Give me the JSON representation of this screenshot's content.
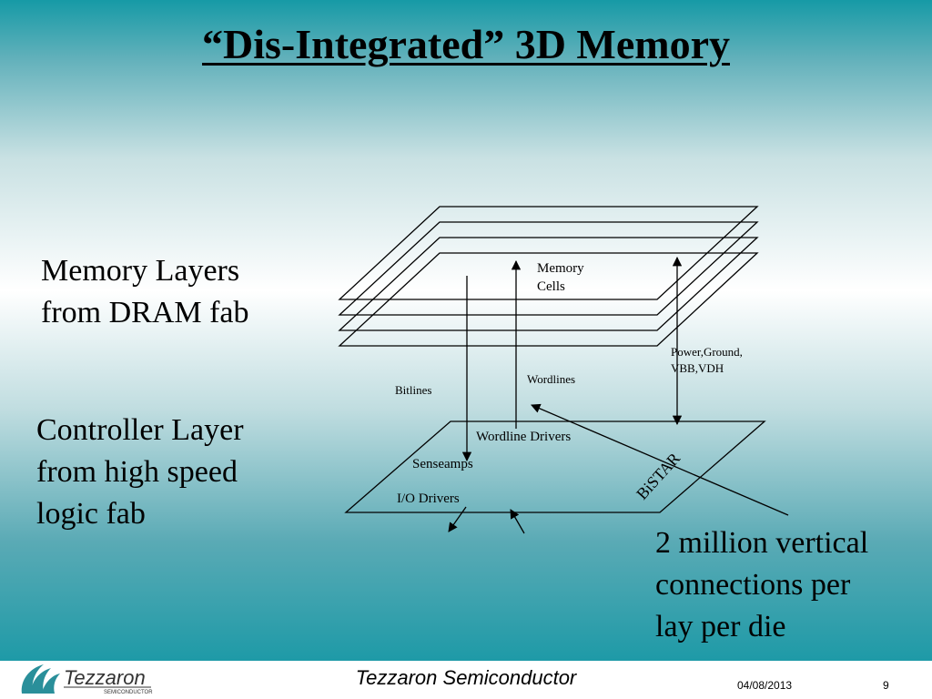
{
  "slide": {
    "title": "“Dis-Integrated” 3D Memory",
    "left_labels": {
      "memory_line1": "Memory Layers",
      "memory_line2": "from DRAM fab",
      "controller_line1": "Controller Layer",
      "controller_line2": "from high speed",
      "controller_line3": "logic fab"
    },
    "right_label": {
      "line1": "2 million vertical",
      "line2": "connections per",
      "line3": "lay per die"
    }
  },
  "diagram": {
    "memory_cells_1": "Memory",
    "memory_cells_2": "Cells",
    "power_1": "Power,Ground,",
    "power_2": "VBB,VDH",
    "wordlines": "Wordlines",
    "bitlines": "Bitlines",
    "wordline_drivers": "Wordline Drivers",
    "senseamps": "Senseamps",
    "io_drivers": "I/O Drivers",
    "bistar": "BiSTAR"
  },
  "footer": {
    "company": "Tezzaron Semiconductor",
    "date": "04/08/2013",
    "page": "9",
    "logo_text": "Tezzaron",
    "logo_sub": "SEMICONDUCTOR"
  },
  "colors": {
    "teal": "#169aa6",
    "logo_teal": "#2a8f9a"
  }
}
